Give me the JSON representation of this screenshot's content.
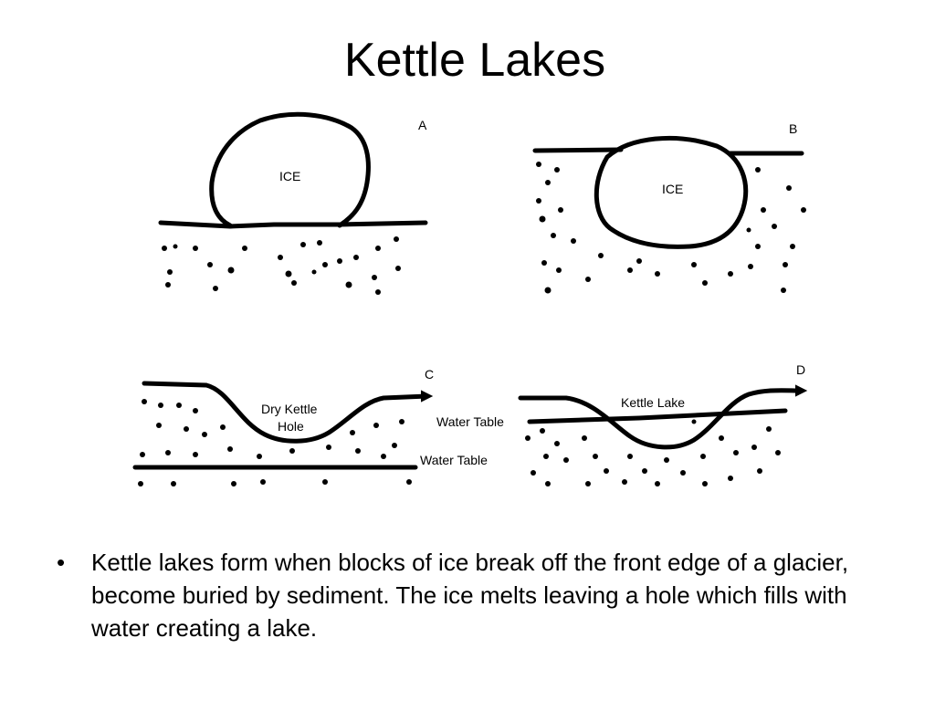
{
  "title": "Kettle Lakes",
  "diagram": {
    "panel_a": {
      "letter": "A",
      "ice_label": "ICE"
    },
    "panel_b": {
      "letter": "B",
      "ice_label": "ICE"
    },
    "panel_c": {
      "letter": "C",
      "hole_label_line1": "Dry Kettle",
      "hole_label_line2": "Hole",
      "water_table_label": "Water Table"
    },
    "panel_d": {
      "letter": "D",
      "lake_label": "Kettle Lake",
      "water_table_label": "Water Table"
    }
  },
  "bullets": [
    {
      "marker": "•",
      "text": "Kettle lakes form when blocks of ice break off the front edge of a glacier, become buried by sediment.  The ice melts leaving a hole which fills with water creating a lake."
    }
  ]
}
